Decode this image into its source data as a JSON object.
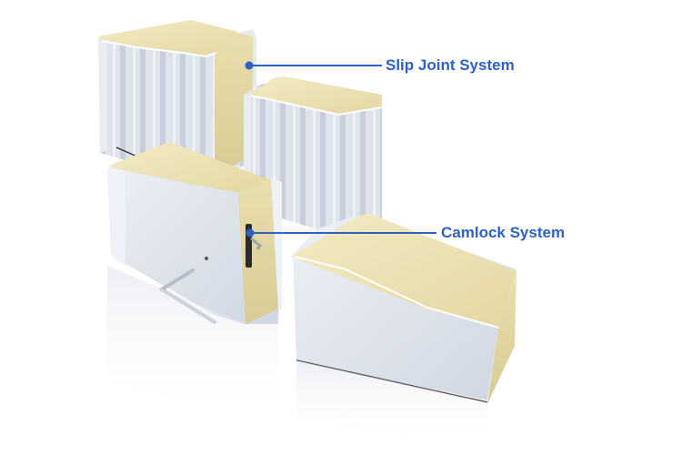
{
  "diagram": {
    "subject": "Insulated sandwich panels with joint systems",
    "callouts": [
      {
        "id": "slip-joint",
        "label": "Slip Joint System"
      },
      {
        "id": "camlock",
        "label": "Camlock System"
      }
    ]
  },
  "colors": {
    "callout_blue": "#2d62c4",
    "foam_core": "#ede3b4",
    "foam_core_shade": "#ddd09a",
    "panel_skin": "#dde3ec",
    "panel_skin_shade": "#c3cad6",
    "background": "#ffffff"
  }
}
